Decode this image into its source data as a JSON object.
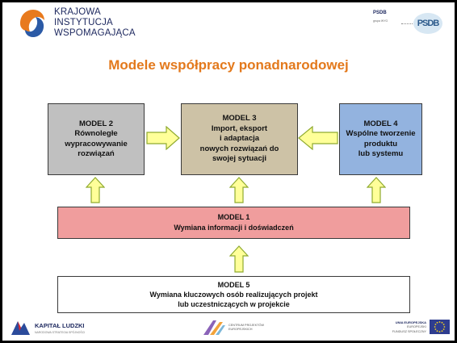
{
  "header": {
    "org_lines": [
      "KRAJOWA",
      "INSTYTUCJA",
      "WSPOMAGAJĄCA"
    ],
    "psdb_small_title": "PSDB",
    "psdb_small_sub": "grupa WYG",
    "psdb_badge": "PSDB"
  },
  "title": "Modele współpracy ponadnarodowej",
  "models": {
    "model2": {
      "heading": "MODEL 2",
      "lines": [
        "Równoległe",
        "wypracowywanie",
        "rozwiązań"
      ]
    },
    "model3": {
      "heading": "MODEL 3",
      "lines": [
        "Import, eksport",
        "i adaptacja",
        "nowych rozwiązań do",
        "swojej sytuacji"
      ]
    },
    "model4": {
      "heading": "MODEL 4",
      "lines": [
        "Wspólne tworzenie",
        "produktu",
        "lub systemu"
      ]
    },
    "model1": {
      "heading": "MODEL 1",
      "lines": [
        "Wymiana informacji i doświadczeń"
      ]
    },
    "model5": {
      "heading": "MODEL 5",
      "lines": [
        "Wymiana kluczowych osób realizujących projekt",
        "lub uczestniczących w projekcie"
      ]
    }
  },
  "footer": {
    "kl_name": "KAPITAŁ LUDZKI",
    "kl_sub": "NARODOWA STRATEGIA SPÓJNOŚCI",
    "cpe_line1": "CENTRUM PROJEKTÓW",
    "cpe_line2": "EUROPEJSKICH",
    "eu_line1": "UNIA EUROPEJSKA",
    "eu_line2": "EUROPEJSKI",
    "eu_line3": "FUNDUSZ SPOŁECZNY"
  },
  "colors": {
    "title": "#e3791c",
    "model2": "#c0c0c0",
    "model3": "#cdc2a6",
    "model4": "#93b3df",
    "model1": "#f09d9d",
    "arrow_fill": "#ffff99",
    "arrow_stroke": "#8faa2e"
  }
}
